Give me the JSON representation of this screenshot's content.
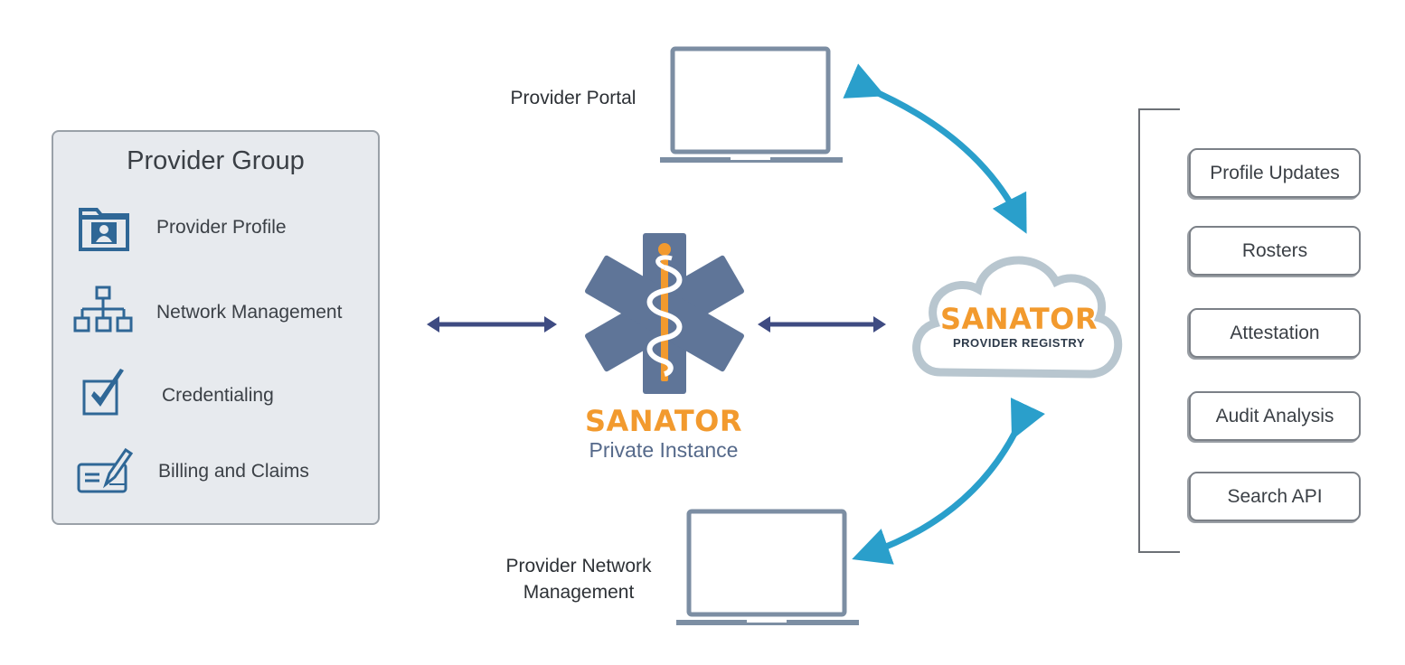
{
  "provider_group": {
    "title": "Provider Group",
    "items": [
      {
        "label": "Provider Profile",
        "icon": "profile-folder-icon"
      },
      {
        "label": "Network Management",
        "icon": "org-chart-icon"
      },
      {
        "label": "Credentialing",
        "icon": "checkbox-check-icon"
      },
      {
        "label": "Billing and Claims",
        "icon": "check-pen-icon"
      }
    ]
  },
  "private_instance": {
    "brand": "SANATOR",
    "subtitle": "Private Instance"
  },
  "registry": {
    "brand": "SANATOR",
    "subtitle": "PROVIDER REGISTRY"
  },
  "portal": {
    "label": "Provider Portal"
  },
  "network_mgmt": {
    "line1": "Provider Network",
    "line2": "Management"
  },
  "services": [
    {
      "label": "Profile Updates"
    },
    {
      "label": "Rosters"
    },
    {
      "label": "Attestation"
    },
    {
      "label": "Audit Analysis"
    },
    {
      "label": "Search API"
    }
  ],
  "colors": {
    "orange": "#f29a2e",
    "slate_blue": "#5f7598",
    "arrow_navy": "#3e4b82",
    "arrow_cyan": "#2a9fcb",
    "laptop_gray": "#7c8ea3"
  }
}
